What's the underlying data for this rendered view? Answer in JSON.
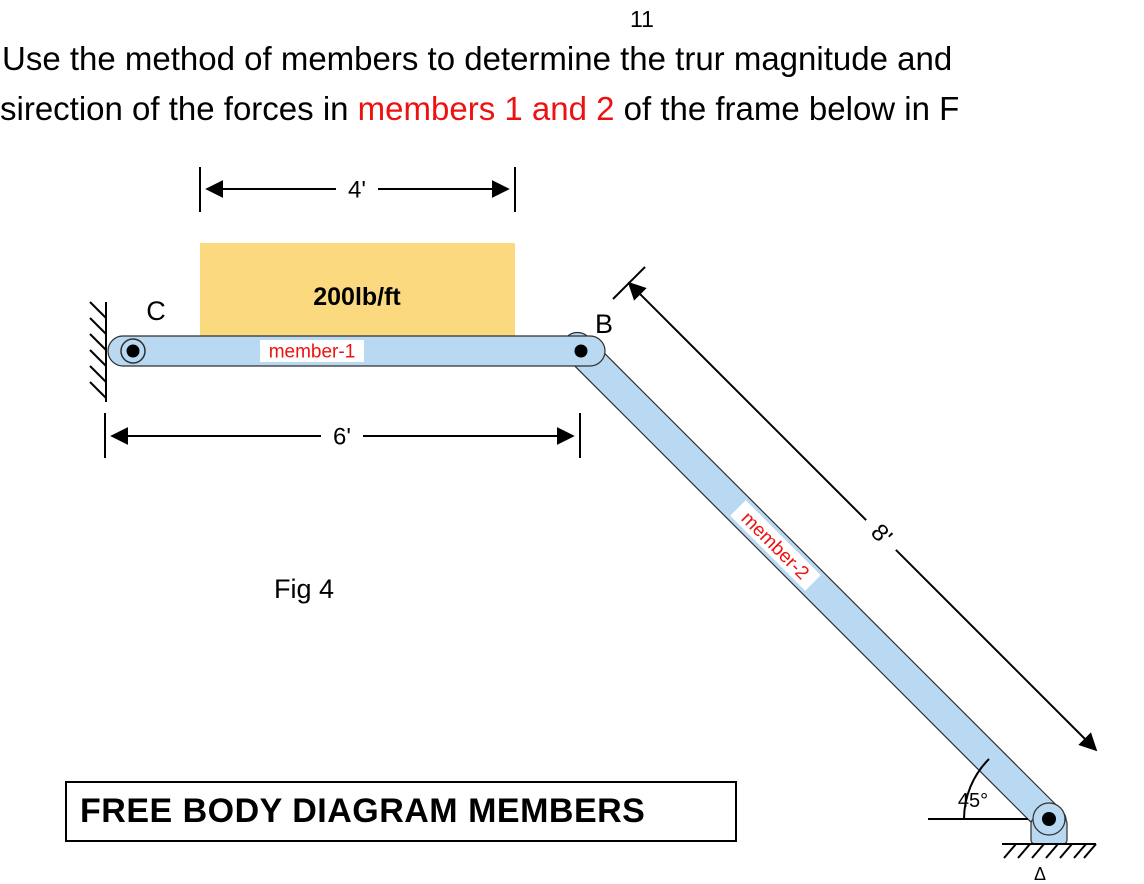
{
  "page": {
    "number": "11",
    "question_line1": "Use the method of members to determine the trur magnitude and",
    "question_line2_prefix": "sirection of the forces in ",
    "question_line2_highlight": "members 1 and 2",
    "question_line2_suffix": " of the frame below in F"
  },
  "diagram": {
    "fig_label": "Fig 4",
    "point_c": "C",
    "point_b": "B",
    "load_label": "200lb/ft",
    "member1_label": "member-1",
    "member2_label": "member-2",
    "dim_top": "4'",
    "dim_bottom": "6'",
    "dim_diag": "8'",
    "angle_label": "45°",
    "support_symbol": "Δ",
    "colors": {
      "member_fill": "#b9d9f2",
      "load_fill": "#fbd97f",
      "highlight_red": "#ee1111"
    }
  },
  "footer": {
    "fbd_title": "FREE BODY DIAGRAM MEMBERS"
  }
}
